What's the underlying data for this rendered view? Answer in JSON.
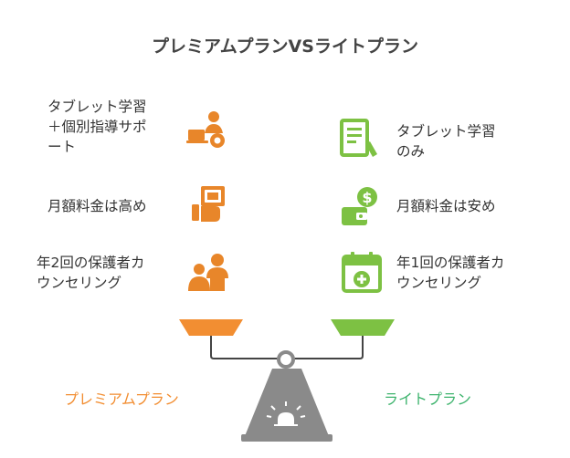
{
  "title": "プレミアムプランVSライトプラン",
  "premium": {
    "label": "プレミアムプラン",
    "color": "#F28E32",
    "features": [
      {
        "lines": [
          "タブレット学習",
          "＋個別指導サポ",
          "ート"
        ],
        "icon": "student-teacher-icon"
      },
      {
        "lines": [
          "月額料金は高め"
        ],
        "icon": "hand-money-icon"
      },
      {
        "lines": [
          "年2回の保護者カ",
          "ウンセリング"
        ],
        "icon": "counseling-icon"
      }
    ]
  },
  "light": {
    "label": "ライトプラン",
    "color": "#7DC143",
    "label_color": "#3FB46E",
    "features": [
      {
        "lines": [
          "タブレット学習",
          "のみ"
        ],
        "icon": "tablet-document-icon"
      },
      {
        "lines": [
          "月額料金は安め"
        ],
        "icon": "wallet-coin-icon"
      },
      {
        "lines": [
          "年1回の保護者カ",
          "ウンセリング"
        ],
        "icon": "calendar-plus-icon"
      }
    ]
  },
  "colors": {
    "scale_gray": "#8A8A8A",
    "text": "#333333"
  }
}
